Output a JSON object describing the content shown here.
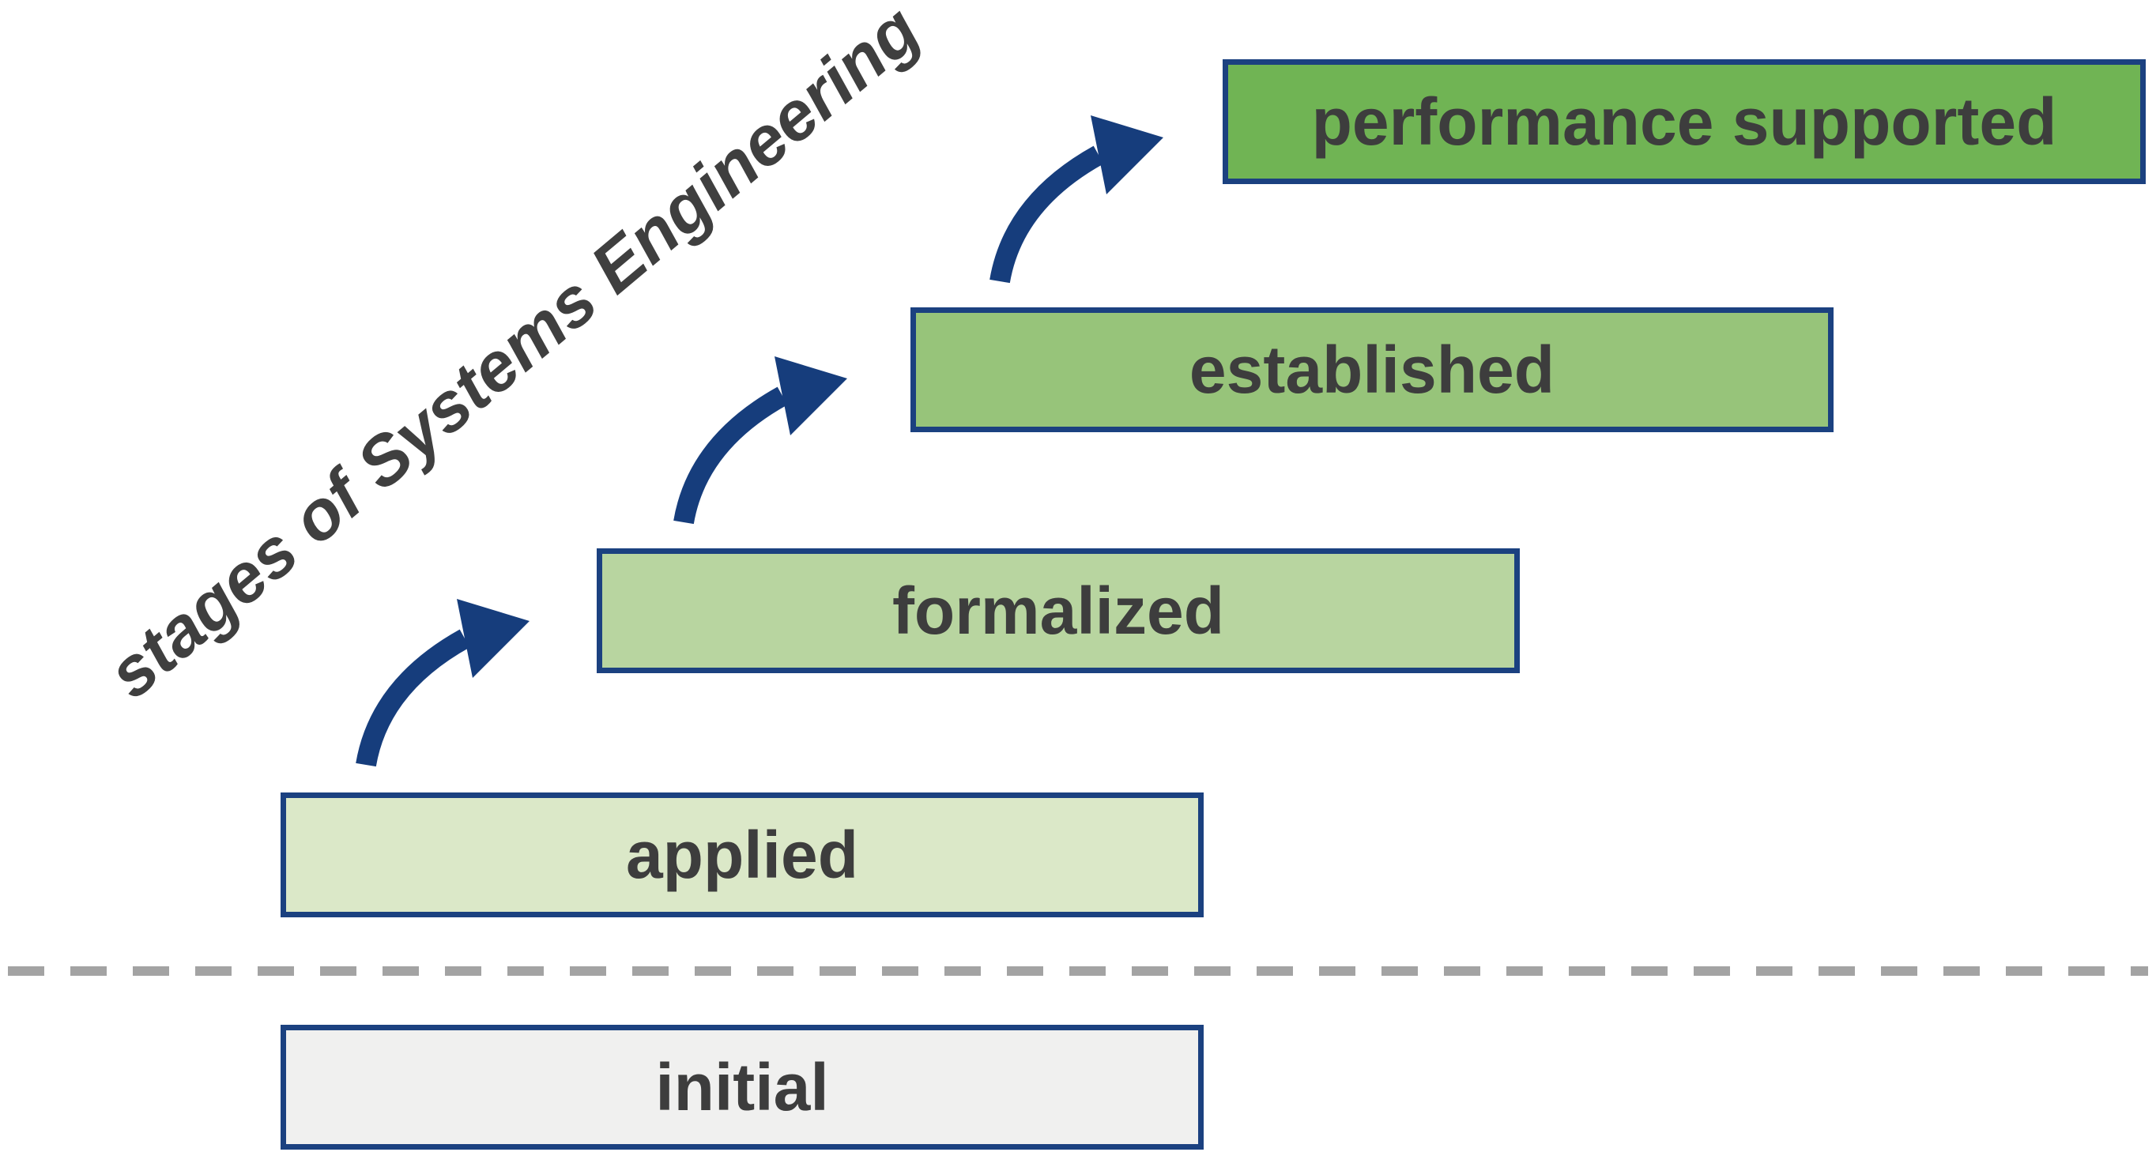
{
  "diagram": {
    "axis_label": "stages of Systems Engineering",
    "stages": [
      {
        "id": "initial",
        "label": "initial",
        "fill": "#f0f0ef"
      },
      {
        "id": "applied",
        "label": "applied",
        "fill": "#dbe8c8"
      },
      {
        "id": "formalized",
        "label": "formalized",
        "fill": "#b8d5a0"
      },
      {
        "id": "established",
        "label": "established",
        "fill": "#97c47a"
      },
      {
        "id": "performance-supported",
        "label": "performance supported",
        "fill": "#70b454"
      }
    ],
    "colors": {
      "box_border": "#1b4180",
      "arrow": "#163d7c",
      "label_text": "#3d3d3d",
      "axis_text": "#3f3f3f",
      "separator": "#a3a3a3",
      "background": "#ffffff"
    }
  }
}
